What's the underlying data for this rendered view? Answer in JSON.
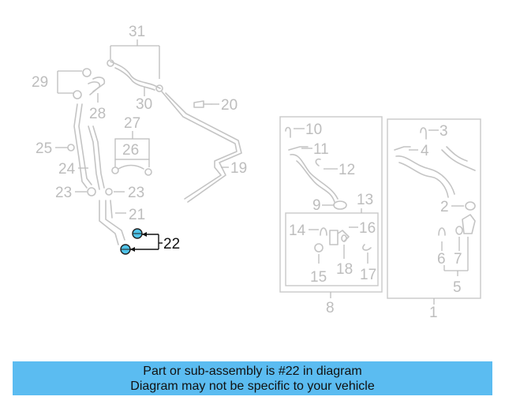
{
  "diagram": {
    "highlighted_callout": "22",
    "colors": {
      "part_line": "#c4c4c4",
      "callout_text": "#bdbdbd",
      "highlight_fill": "#4fc3e8",
      "highlight_text": "#111111",
      "banner": "#5bbcf1"
    },
    "callouts": {
      "c31": "31",
      "c29": "29",
      "c28": "28",
      "c30": "30",
      "c20": "20",
      "c27": "27",
      "c26": "26",
      "c25": "25",
      "c24": "24",
      "c23a": "23",
      "c23b": "23",
      "c21": "21",
      "c19": "19",
      "c22": "22",
      "c10": "10",
      "c11": "11",
      "c12": "12",
      "c9": "9",
      "c13": "13",
      "c14": "14",
      "c16": "16",
      "c15": "15",
      "c18": "18",
      "c17": "17",
      "c8": "8",
      "c3": "3",
      "c4": "4",
      "c2": "2",
      "c6": "6",
      "c7": "7",
      "c5": "5",
      "c1": "1"
    }
  },
  "banner": {
    "line1": "Part or sub-assembly is #22 in diagram",
    "line2": "Diagram may not be specific to your vehicle"
  }
}
